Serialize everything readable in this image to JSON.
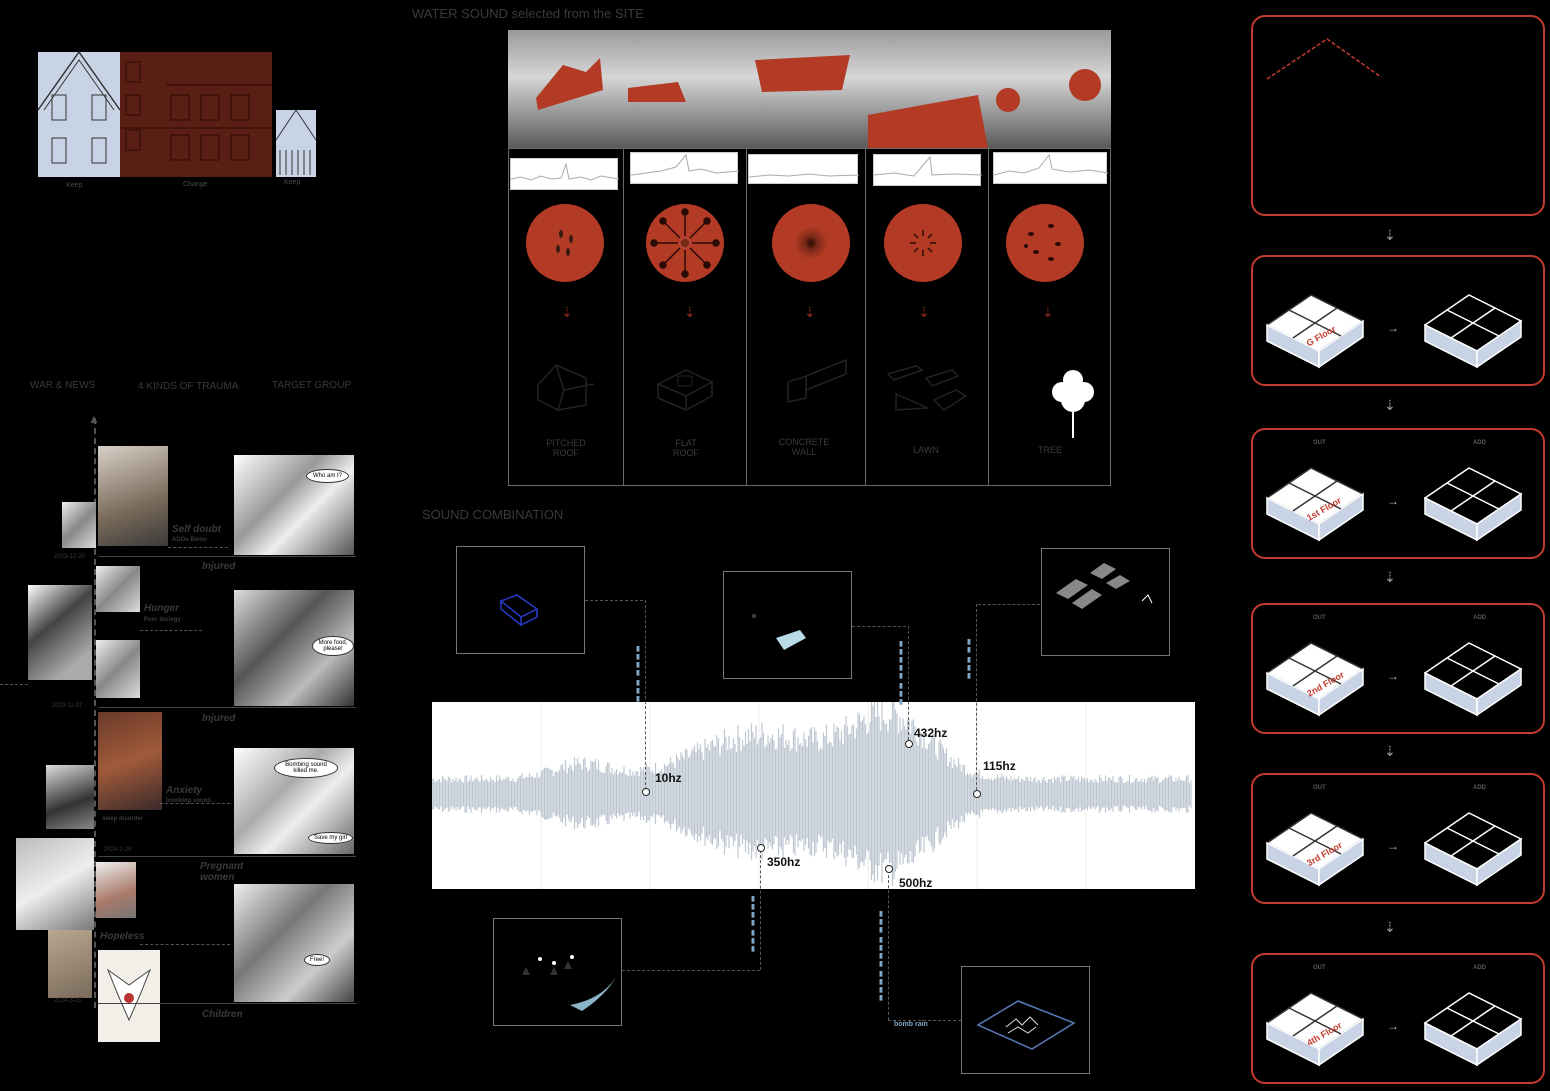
{
  "building_strip": {
    "labels": [
      "Keep",
      "Change",
      "Keep"
    ]
  },
  "left_panel": {
    "headers": {
      "war_news": "WAR & NEWS",
      "trauma": "4 KINDS OF TRAUMA",
      "target": "TARGET GROUP"
    },
    "traumas": [
      {
        "name": "Self doubt",
        "sub": "ADOs Bwoo"
      },
      {
        "name": "Hunger",
        "sub": "Poor biology"
      },
      {
        "name": "Anxiety",
        "sub": "bombing sound",
        "sub2": "sleep disorder"
      },
      {
        "name": "Hopeless"
      }
    ],
    "groups": [
      "Injured",
      "Injured",
      "Pregnant women",
      "Children"
    ],
    "dates": [
      "2023-12-20",
      "2023-11-07",
      "2024-2-29",
      "2024-3-25"
    ],
    "bubbles": [
      "Who am I?",
      "More food, please!",
      "Bombing sound killed me.",
      "Save my girl",
      "Free!"
    ]
  },
  "water_section": {
    "title": "WATER SOUND selected from the SITE",
    "columns": [
      {
        "label_1": "PITCHED",
        "label_2": "ROOF"
      },
      {
        "label_1": "FLAT",
        "label_2": "ROOF"
      },
      {
        "label_1": "CONCRETE",
        "label_2": "WALL"
      },
      {
        "label_1": "LAWN",
        "label_2": ""
      },
      {
        "label_1": "TREE",
        "label_2": ""
      }
    ]
  },
  "combination": {
    "title": "SOUND COMBINATION",
    "frequencies": [
      "10hz",
      "432hz",
      "115hz",
      "350hz",
      "500hz"
    ],
    "tag": "bomb rain"
  },
  "process": {
    "out_label": "OUT",
    "add_label": "ADD",
    "floors": [
      "G Floor",
      "1st Floor",
      "2nd Floor",
      "3rd Floor",
      "4th Floor"
    ]
  },
  "colors": {
    "accent": "#c23b2e",
    "disc": "#b33a24",
    "wave": "#bfc8d2",
    "brown": "#5a1f14",
    "pale": "#c8d4e6"
  }
}
